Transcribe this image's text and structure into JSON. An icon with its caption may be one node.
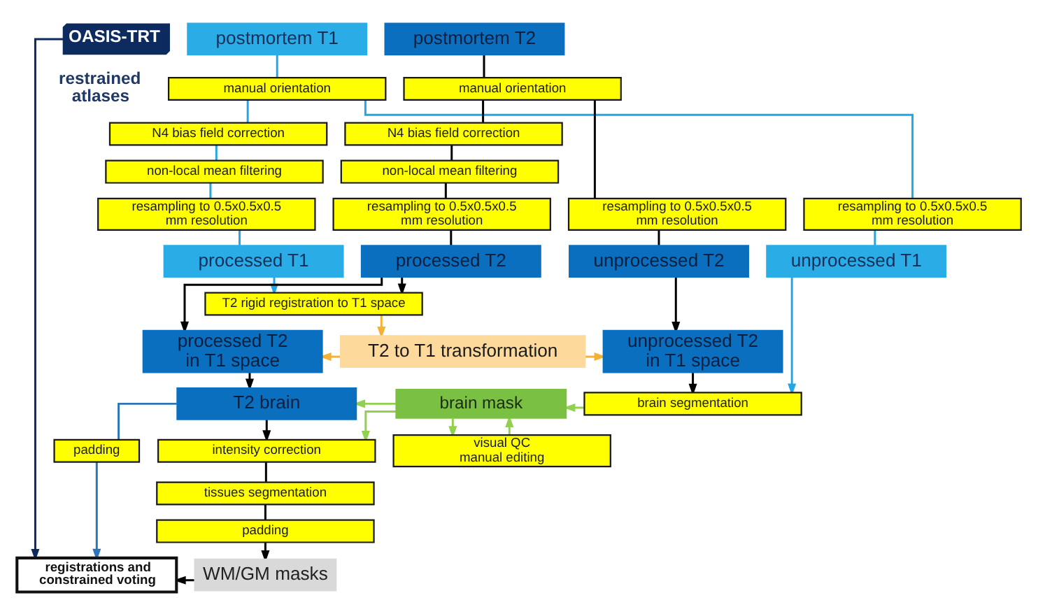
{
  "diagram": {
    "nodes": [
      {
        "text": [
          "OASIS-TRT"
        ],
        "beside": [
          "restrained atlases"
        ]
      },
      {
        "text": [
          "postmortem T1"
        ]
      },
      {
        "text": [
          "postmortem T2"
        ]
      },
      {
        "text": [
          "manual orientation"
        ]
      },
      {
        "text": [
          "manual orientation"
        ]
      },
      {
        "text": [
          "N4 bias field correction"
        ]
      },
      {
        "text": [
          "N4 bias field correction"
        ]
      },
      {
        "text": [
          "non-local mean filtering"
        ]
      },
      {
        "text": [
          "non-local mean filtering"
        ]
      },
      {
        "text": [
          "resampling to 0.5x0.5x0.5 mm resolution"
        ]
      },
      {
        "text": [
          "resampling to 0.5x0.5x0.5 mm resolution"
        ]
      },
      {
        "text": [
          "resampling to 0.5x0.5x0.5 mm resolution"
        ]
      },
      {
        "text": [
          "resampling to 0.5x0.5x0.5 mm resolution"
        ]
      },
      {
        "text": [
          "processed T1"
        ]
      },
      {
        "text": [
          "processed T2"
        ]
      },
      {
        "text": [
          "unprocessed T2"
        ]
      },
      {
        "text": [
          "unprocessed T1"
        ]
      },
      {
        "text": [
          "T2 rigid registration to T1 space"
        ]
      },
      {
        "text": [
          "processed T2 in T1 space"
        ]
      },
      {
        "text": [
          "T2 to T1 transformation"
        ]
      },
      {
        "text": [
          "unprocessed T2 in T1 space"
        ]
      },
      {
        "text": [
          "T2 brain"
        ]
      },
      {
        "text": [
          "brain mask"
        ]
      },
      {
        "text": [
          "brain segmentation"
        ]
      },
      {
        "text": [
          "intensity correction"
        ]
      },
      {
        "text": [
          "padding"
        ]
      },
      {
        "text": [
          "visual QC manual editing"
        ]
      },
      {
        "text": [
          "tissues segmentation"
        ]
      },
      {
        "text": [
          "padding"
        ]
      },
      {
        "text": [
          "registrations and constrained voting"
        ]
      },
      {
        "text": [
          "WM/GM masks"
        ]
      }
    ],
    "edges": [
      {
        "from": 1,
        "to": 3,
        "arrow": "none",
        "color": "#22a7e6"
      },
      {
        "from": 2,
        "to": 4,
        "arrow": "none"
      },
      {
        "from": 3,
        "to": 5,
        "arrow": "none",
        "color": "#22a7e6"
      },
      {
        "from": 3,
        "to": 12,
        "arrow": "none",
        "color": "#22a7e6"
      },
      {
        "from": 4,
        "to": 6,
        "arrow": "none"
      },
      {
        "from": 4,
        "to": 11,
        "arrow": "none"
      },
      {
        "from": 5,
        "to": 7,
        "arrow": "none",
        "color": "#22a7e6"
      },
      {
        "from": 6,
        "to": 8,
        "arrow": "none"
      },
      {
        "from": 7,
        "to": 9,
        "arrow": "none",
        "color": "#22a7e6"
      },
      {
        "from": 8,
        "to": 10,
        "arrow": "none"
      },
      {
        "from": 9,
        "to": 13,
        "arrow": "none",
        "color": "#22a7e6"
      },
      {
        "from": 10,
        "to": 14,
        "arrow": "none"
      },
      {
        "from": 11,
        "to": 15,
        "arrow": "none"
      },
      {
        "from": 12,
        "to": 16,
        "arrow": "none",
        "color": "#22a7e6"
      },
      {
        "from": 13,
        "to": 17,
        "arrow": "to",
        "color": "#22a7e6"
      },
      {
        "from": 14,
        "to": 17,
        "arrow": "to"
      },
      {
        "from": 14,
        "to": 18,
        "arrow": "to"
      },
      {
        "from": 15,
        "to": 20,
        "arrow": "to"
      },
      {
        "from": 16,
        "to": 23,
        "arrow": "to",
        "color": "#22a7e6"
      },
      {
        "from": 17,
        "to": 19,
        "arrow": "to",
        "color": "#f4b133"
      },
      {
        "from": 19,
        "to": 18,
        "arrow": "to",
        "color": "#f4b133"
      },
      {
        "from": 19,
        "to": 20,
        "arrow": "to",
        "color": "#f4b133"
      },
      {
        "from": 18,
        "to": 21,
        "arrow": "to"
      },
      {
        "from": 20,
        "to": 23,
        "arrow": "to"
      },
      {
        "from": 23,
        "to": 22,
        "arrow": "to",
        "color": "#92d050"
      },
      {
        "from": 26,
        "to": 22,
        "arrow": "to",
        "color": "#92d050"
      },
      {
        "from": 22,
        "to": 26,
        "arrow": "to",
        "color": "#92d050"
      },
      {
        "from": 22,
        "to": 21,
        "arrow": "to",
        "color": "#92d050"
      },
      {
        "from": 22,
        "to": 24,
        "arrow": "to",
        "color": "#92d050"
      },
      {
        "from": 21,
        "to": 24,
        "arrow": "to"
      },
      {
        "from": 21,
        "to": 25,
        "arrow": "none",
        "color": "#2e75b6"
      },
      {
        "from": 25,
        "to": 29,
        "arrow": "to",
        "color": "#2e75b6"
      },
      {
        "from": 0,
        "to": 29,
        "arrow": "to",
        "color": "#0d2b5e"
      },
      {
        "from": 24,
        "to": 27,
        "arrow": "none"
      },
      {
        "from": 27,
        "to": 28,
        "arrow": "none"
      },
      {
        "from": 28,
        "to": 30,
        "arrow": "to"
      },
      {
        "from": 30,
        "to": 29,
        "arrow": "to"
      }
    ]
  }
}
